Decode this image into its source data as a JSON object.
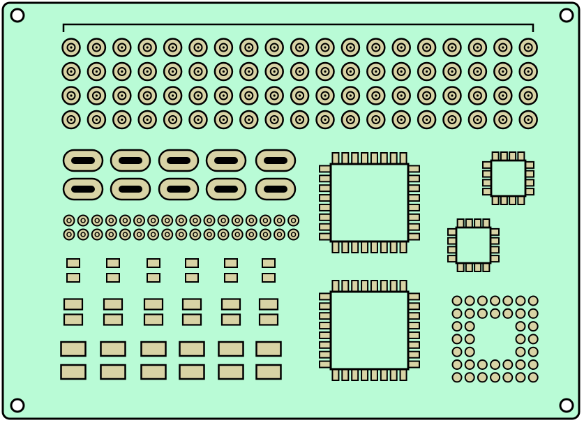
{
  "board": {
    "colors": {
      "substrate": "#b9fbd6",
      "outline": "#000000",
      "copper": "#d8d3a5",
      "hole": "#ffffff"
    },
    "layout_note": ""
  },
  "components": {
    "tht_header": {
      "rows": 4,
      "cols": 19,
      "icon": "through-hole-pad-icon"
    },
    "oval_pads": {
      "rows": 2,
      "cols": 5,
      "icon": "oval-slot-pad-icon"
    },
    "small_tht_strip": {
      "rows": 2,
      "cols": 17,
      "icon": "small-through-hole-pad-icon"
    },
    "smd_pairs": {
      "small": 6,
      "medium": 6,
      "large": 6,
      "icon": "smd-pad-icon"
    },
    "qfp_large": {
      "count": 2,
      "pins_per_side": 8,
      "icon": "qfp-chip-icon"
    },
    "qfp_small": {
      "count": 2,
      "pins_per_side": 4,
      "icon": "qfp-small-chip-icon"
    },
    "pga_socket": {
      "grid": 7,
      "icon": "pga-ring-icon"
    },
    "mounting_holes": {
      "count": 4,
      "icon": "mounting-hole-icon"
    }
  }
}
